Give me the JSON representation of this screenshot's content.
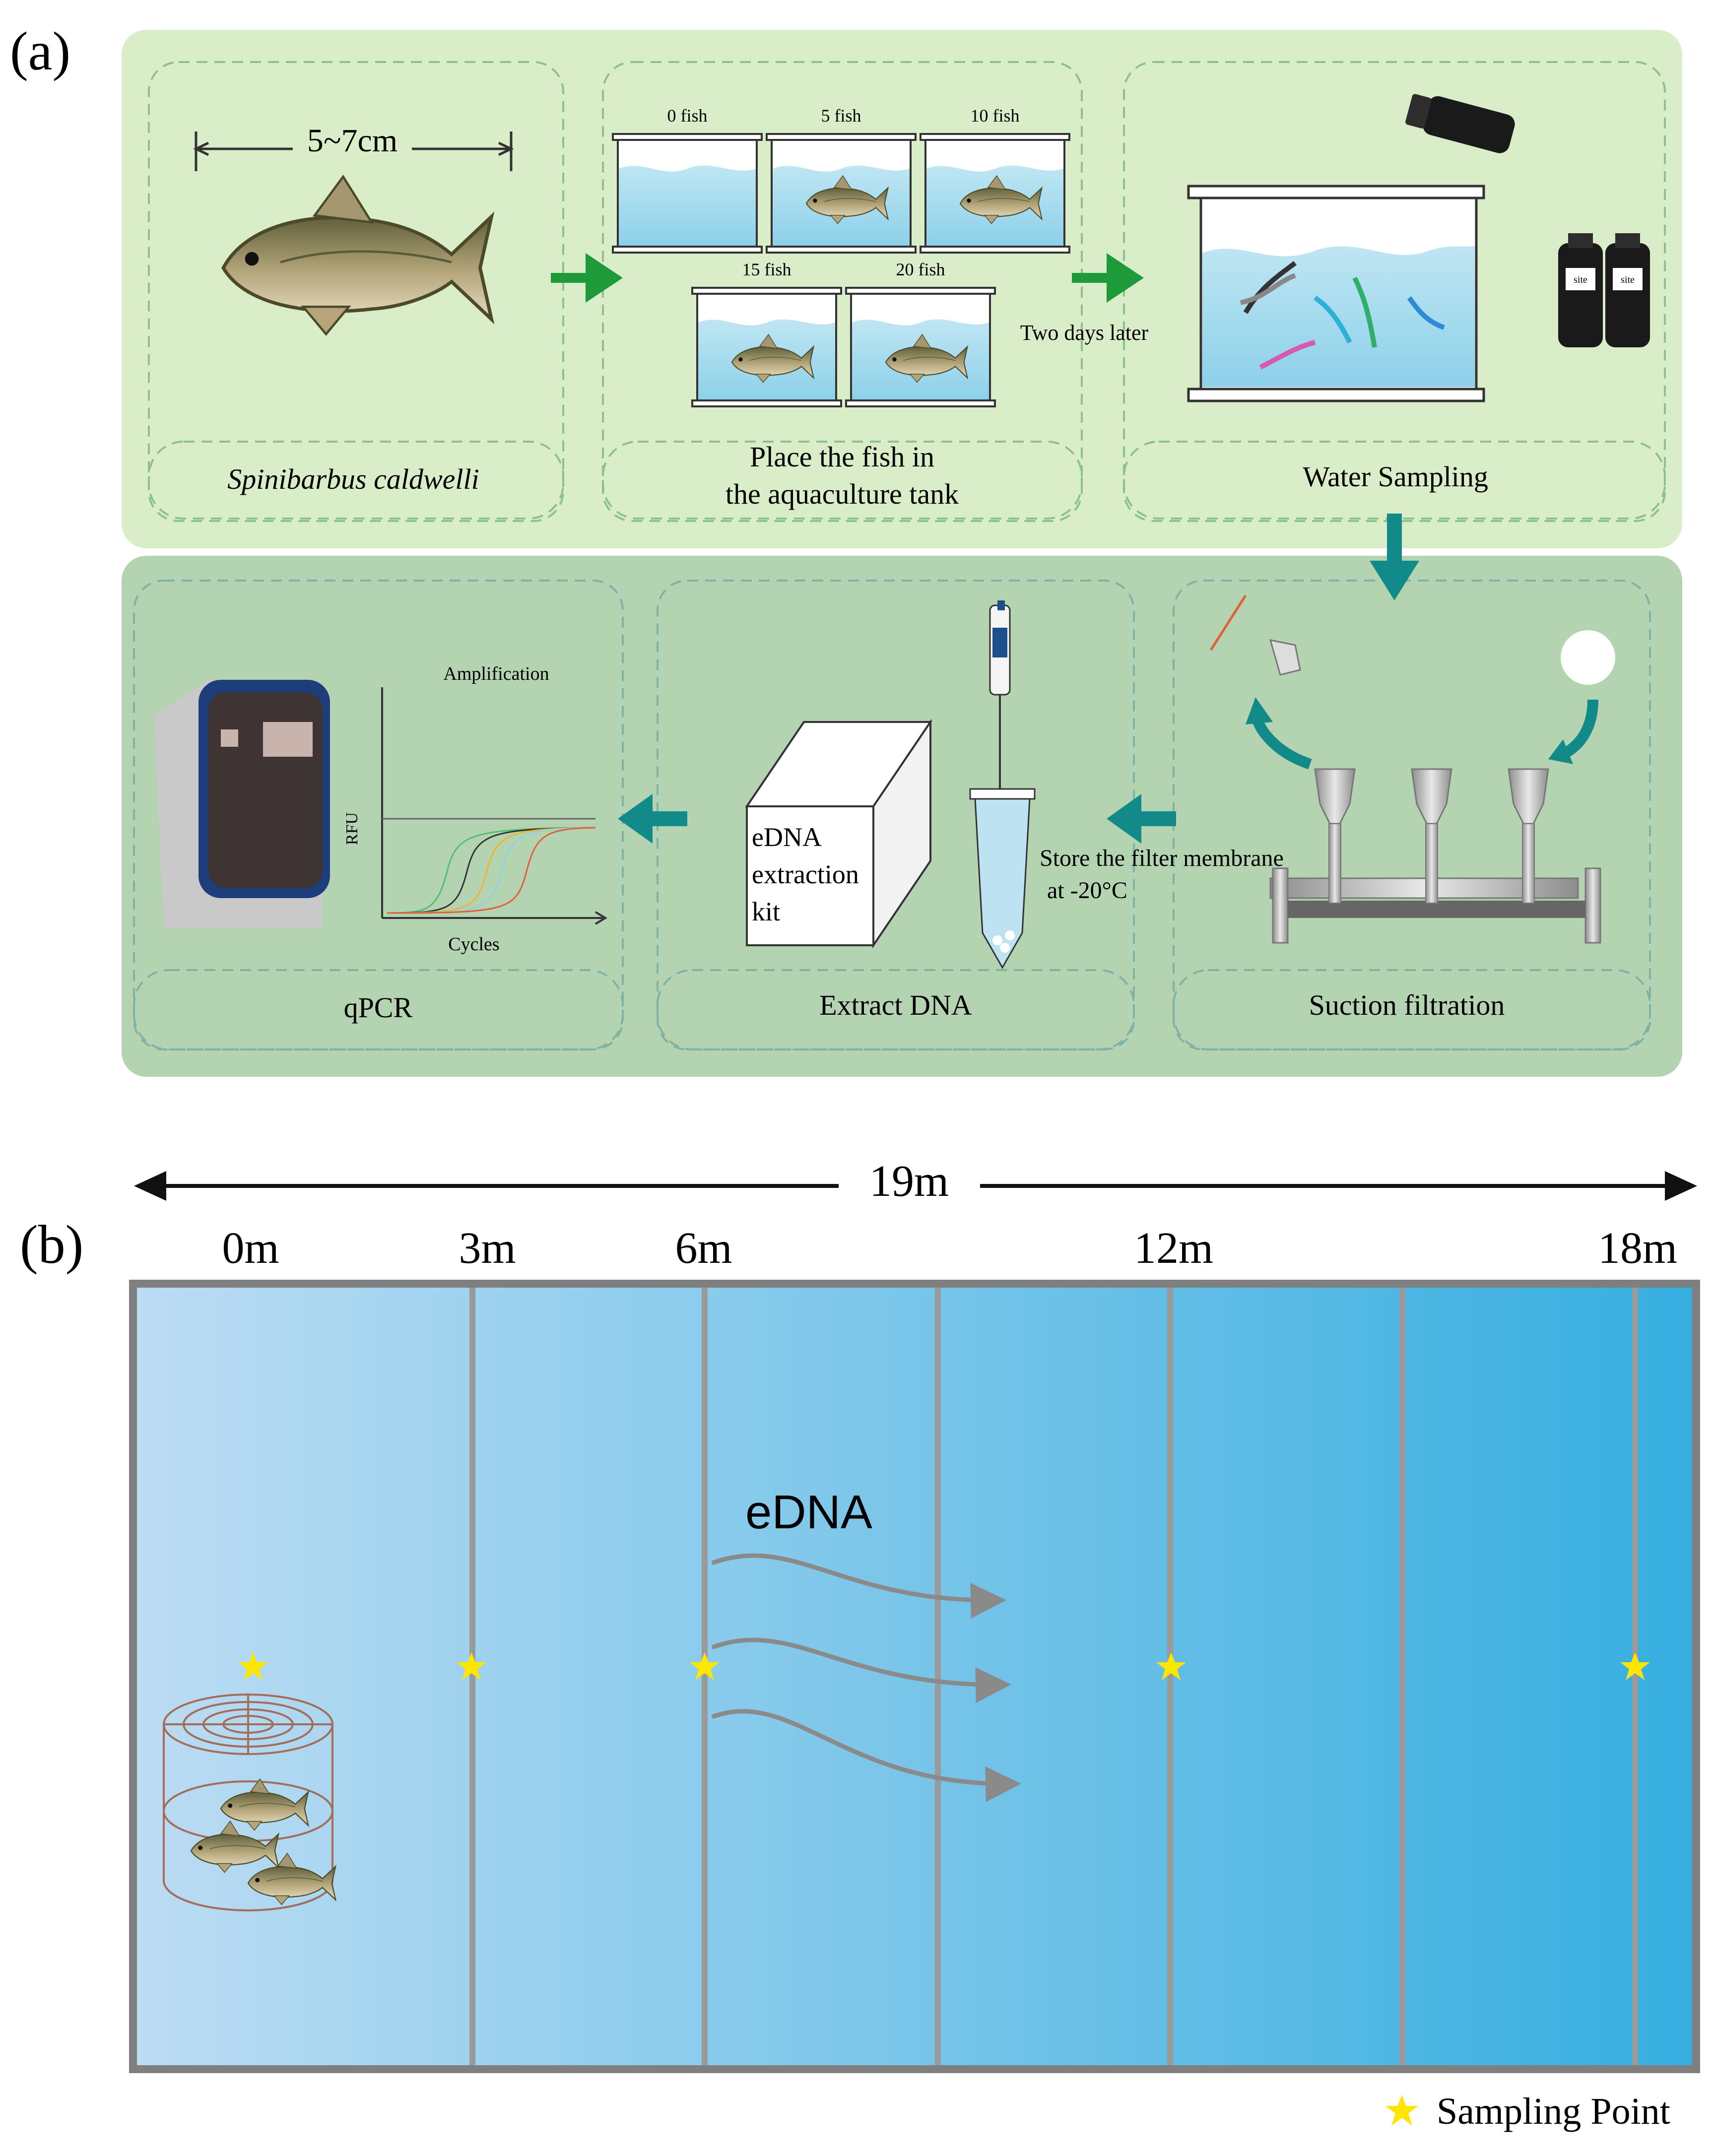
{
  "panel_a": {
    "label": "(a)",
    "fish_size": "5~7cm",
    "species": "Spinibarbus caldwelli",
    "tank_counts": [
      "0 fish",
      "5 fish",
      "10 fish",
      "15 fish",
      "20 fish"
    ],
    "place_label_line1": "Place the fish in",
    "place_label_line2": "the aquaculture tank",
    "two_days": "Two days later",
    "water_sampling": "Water Sampling",
    "bottle_label": "site",
    "suction_filtration": "Suction filtration",
    "store_line1": "Store the filter membrane",
    "store_line2": "at -20°C",
    "kit_line1": "eDNA",
    "kit_line2": "extraction",
    "kit_line3": "kit",
    "extract_dna": "Extract DNA",
    "qpcr": "qPCR",
    "amp_title": "Amplification",
    "amp_ylabel": "RFU",
    "amp_xlabel": "Cycles"
  },
  "panel_b": {
    "label": "(b)",
    "total_length": "19m",
    "distances": [
      "0m",
      "3m",
      "6m",
      "12m",
      "18m"
    ],
    "edna_label": "eDNA",
    "legend_label": "Sampling Point"
  },
  "colors": {
    "top_panel_bg": "#d9edc9",
    "bottom_panel_bg": "#b4d3b0",
    "green_arrow": "#1e9a3a",
    "teal_arrow": "#138a8a",
    "flow_dark": "#35afe0",
    "flow_light": "#b9dbf2",
    "star": "#ffe600"
  }
}
